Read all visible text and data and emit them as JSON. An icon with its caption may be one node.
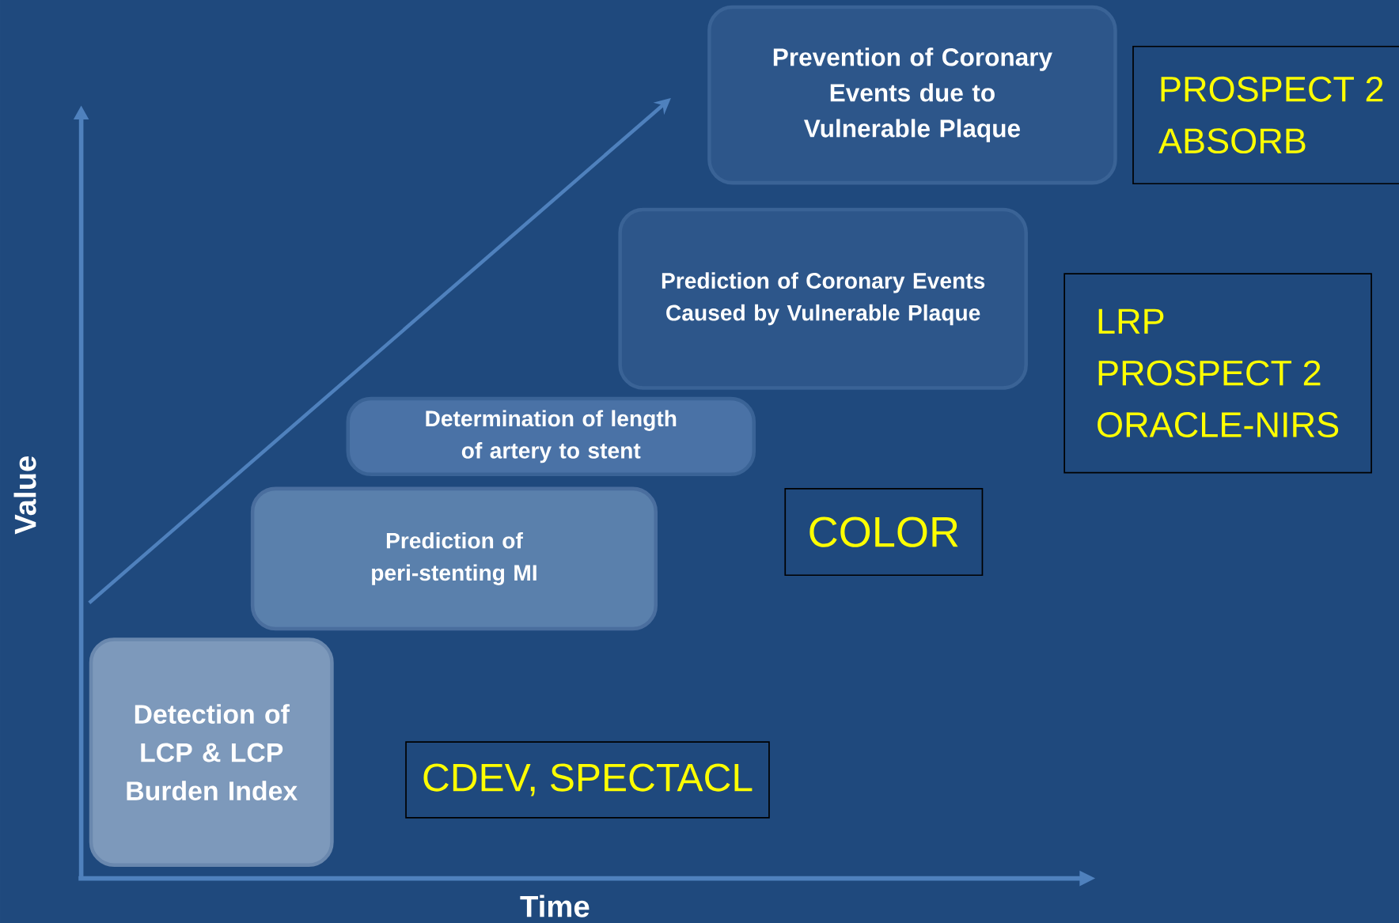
{
  "diagram": {
    "nodes": [
      {
        "text": [
          "Prevention of Coronary Events due to Vulnerable Plaque"
        ]
      },
      {
        "text": [
          "PROSPECT 2",
          "ABSORB"
        ]
      },
      {
        "text": [
          "Prediction of Coronary Events  Caused by Vulnerable Plaque"
        ]
      },
      {
        "text": [
          "LRP",
          "PROSPECT 2",
          "ORACLE-NIRS"
        ]
      },
      {
        "text": [
          "Determination of length of artery to stent"
        ]
      },
      {
        "text": [
          "COLOR"
        ]
      },
      {
        "text": [
          "Prediction of peri-stenting MI"
        ]
      },
      {
        "text": [
          "Detection of LCP & LCP Burden Index"
        ]
      },
      {
        "text": [
          "CDEV, SPECTACL"
        ]
      }
    ],
    "labels": [
      "Value",
      "Time"
    ]
  }
}
